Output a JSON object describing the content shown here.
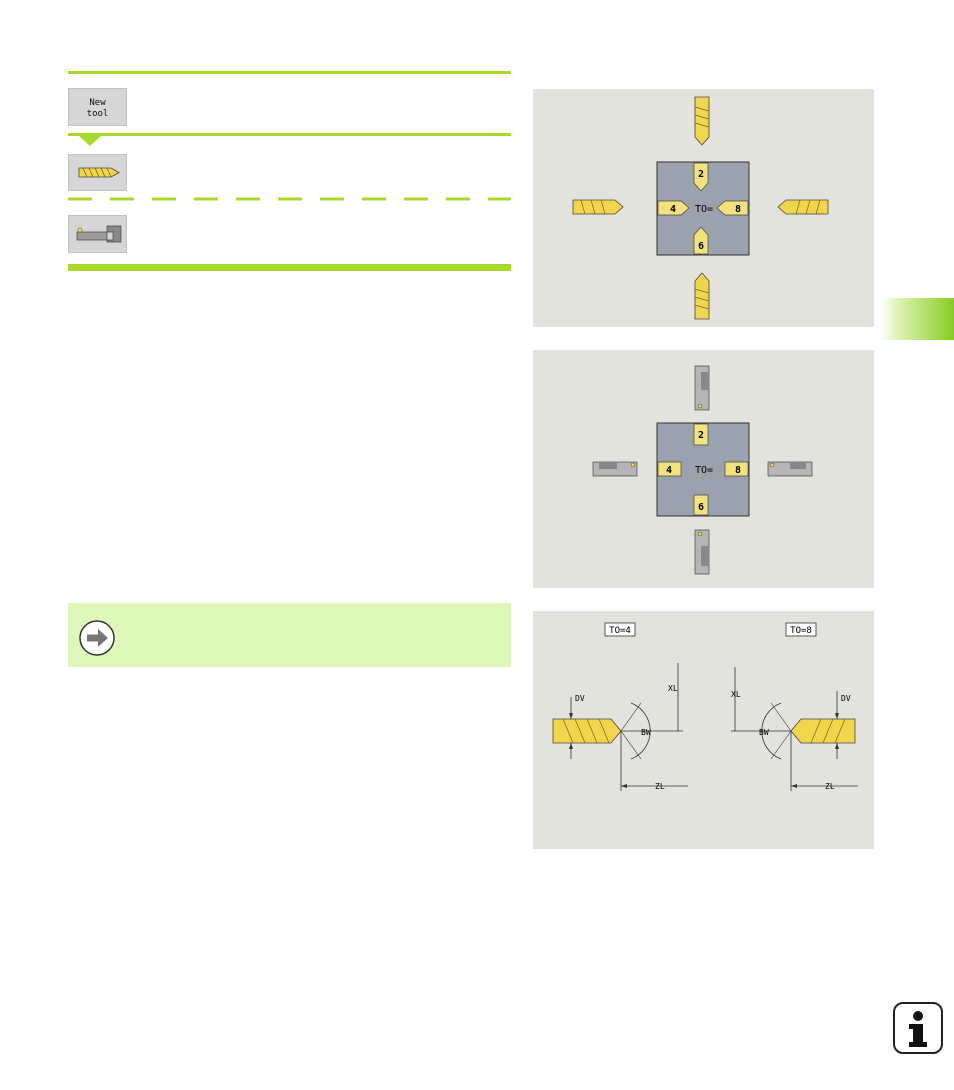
{
  "softkey_new_tool": {
    "line1": "New",
    "line2": "tool"
  },
  "diagram_drilling": {
    "center_label": "TO=",
    "labels": [
      "2",
      "4",
      "8",
      "6"
    ]
  },
  "diagram_boring": {
    "center_label": "TO=",
    "labels": [
      "2",
      "4",
      "8",
      "6"
    ]
  },
  "diagram_dims": {
    "to4_label": "TO=4",
    "to8_label": "TO=8",
    "dv": "DV",
    "xl": "XL",
    "bw": "BW",
    "zl": "ZL"
  },
  "colors": {
    "accent_green": "#a8d92a",
    "note_bg": "#dff7b8",
    "panel_bg": "#e3e3de"
  },
  "icons": [
    "drill-icon",
    "boring-bar-icon",
    "arrow-right-icon",
    "info-icon"
  ]
}
